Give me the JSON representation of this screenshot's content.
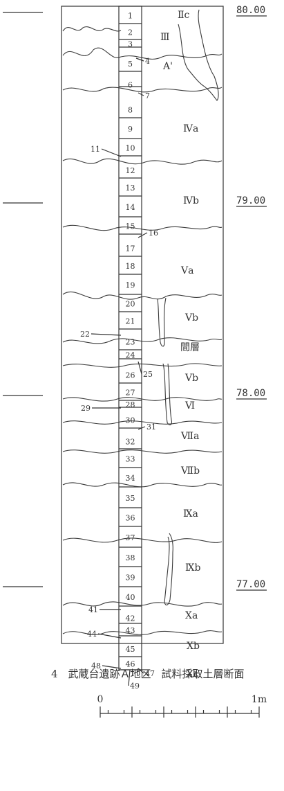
{
  "elevations": [
    "80.00",
    "79.00",
    "78.00",
    "77.00"
  ],
  "samples": [
    {
      "n": "1"
    },
    {
      "n": "2"
    },
    {
      "n": "3"
    },
    {
      "n": "4"
    },
    {
      "n": "5"
    },
    {
      "n": "6"
    },
    {
      "n": "7"
    },
    {
      "n": "8"
    },
    {
      "n": "9"
    },
    {
      "n": "10"
    },
    {
      "n": "11"
    },
    {
      "n": "12"
    },
    {
      "n": "13"
    },
    {
      "n": "14"
    },
    {
      "n": "15"
    },
    {
      "n": "16"
    },
    {
      "n": "17"
    },
    {
      "n": "18"
    },
    {
      "n": "19"
    },
    {
      "n": "20"
    },
    {
      "n": "21"
    },
    {
      "n": "22"
    },
    {
      "n": "23"
    },
    {
      "n": "24"
    },
    {
      "n": "25"
    },
    {
      "n": "26"
    },
    {
      "n": "27"
    },
    {
      "n": "28"
    },
    {
      "n": "29"
    },
    {
      "n": "30"
    },
    {
      "n": "31"
    },
    {
      "n": "32"
    },
    {
      "n": "33"
    },
    {
      "n": "34"
    },
    {
      "n": "35"
    },
    {
      "n": "36"
    },
    {
      "n": "37"
    },
    {
      "n": "38"
    },
    {
      "n": "39"
    },
    {
      "n": "40"
    },
    {
      "n": "41"
    },
    {
      "n": "42"
    },
    {
      "n": "43"
    },
    {
      "n": "44"
    },
    {
      "n": "45"
    },
    {
      "n": "46"
    },
    {
      "n": "47"
    },
    {
      "n": "48"
    },
    {
      "n": "49"
    }
  ],
  "layers": [
    "Ⅱc",
    "Ⅲ",
    "A'",
    "Ⅳa",
    "Ⅳb",
    "Ⅴa",
    "Ⅴb",
    "間層",
    "Ⅴb",
    "Ⅵ",
    "Ⅶa",
    "Ⅶb",
    "Ⅸa",
    "Ⅸb",
    "Ⅹa",
    "Ⅹb",
    "Ⅹc"
  ],
  "caption": "4　武蔵台遺跡Ａ地区　試料採取土層断面",
  "scale": {
    "start": "0",
    "end": "1m"
  }
}
